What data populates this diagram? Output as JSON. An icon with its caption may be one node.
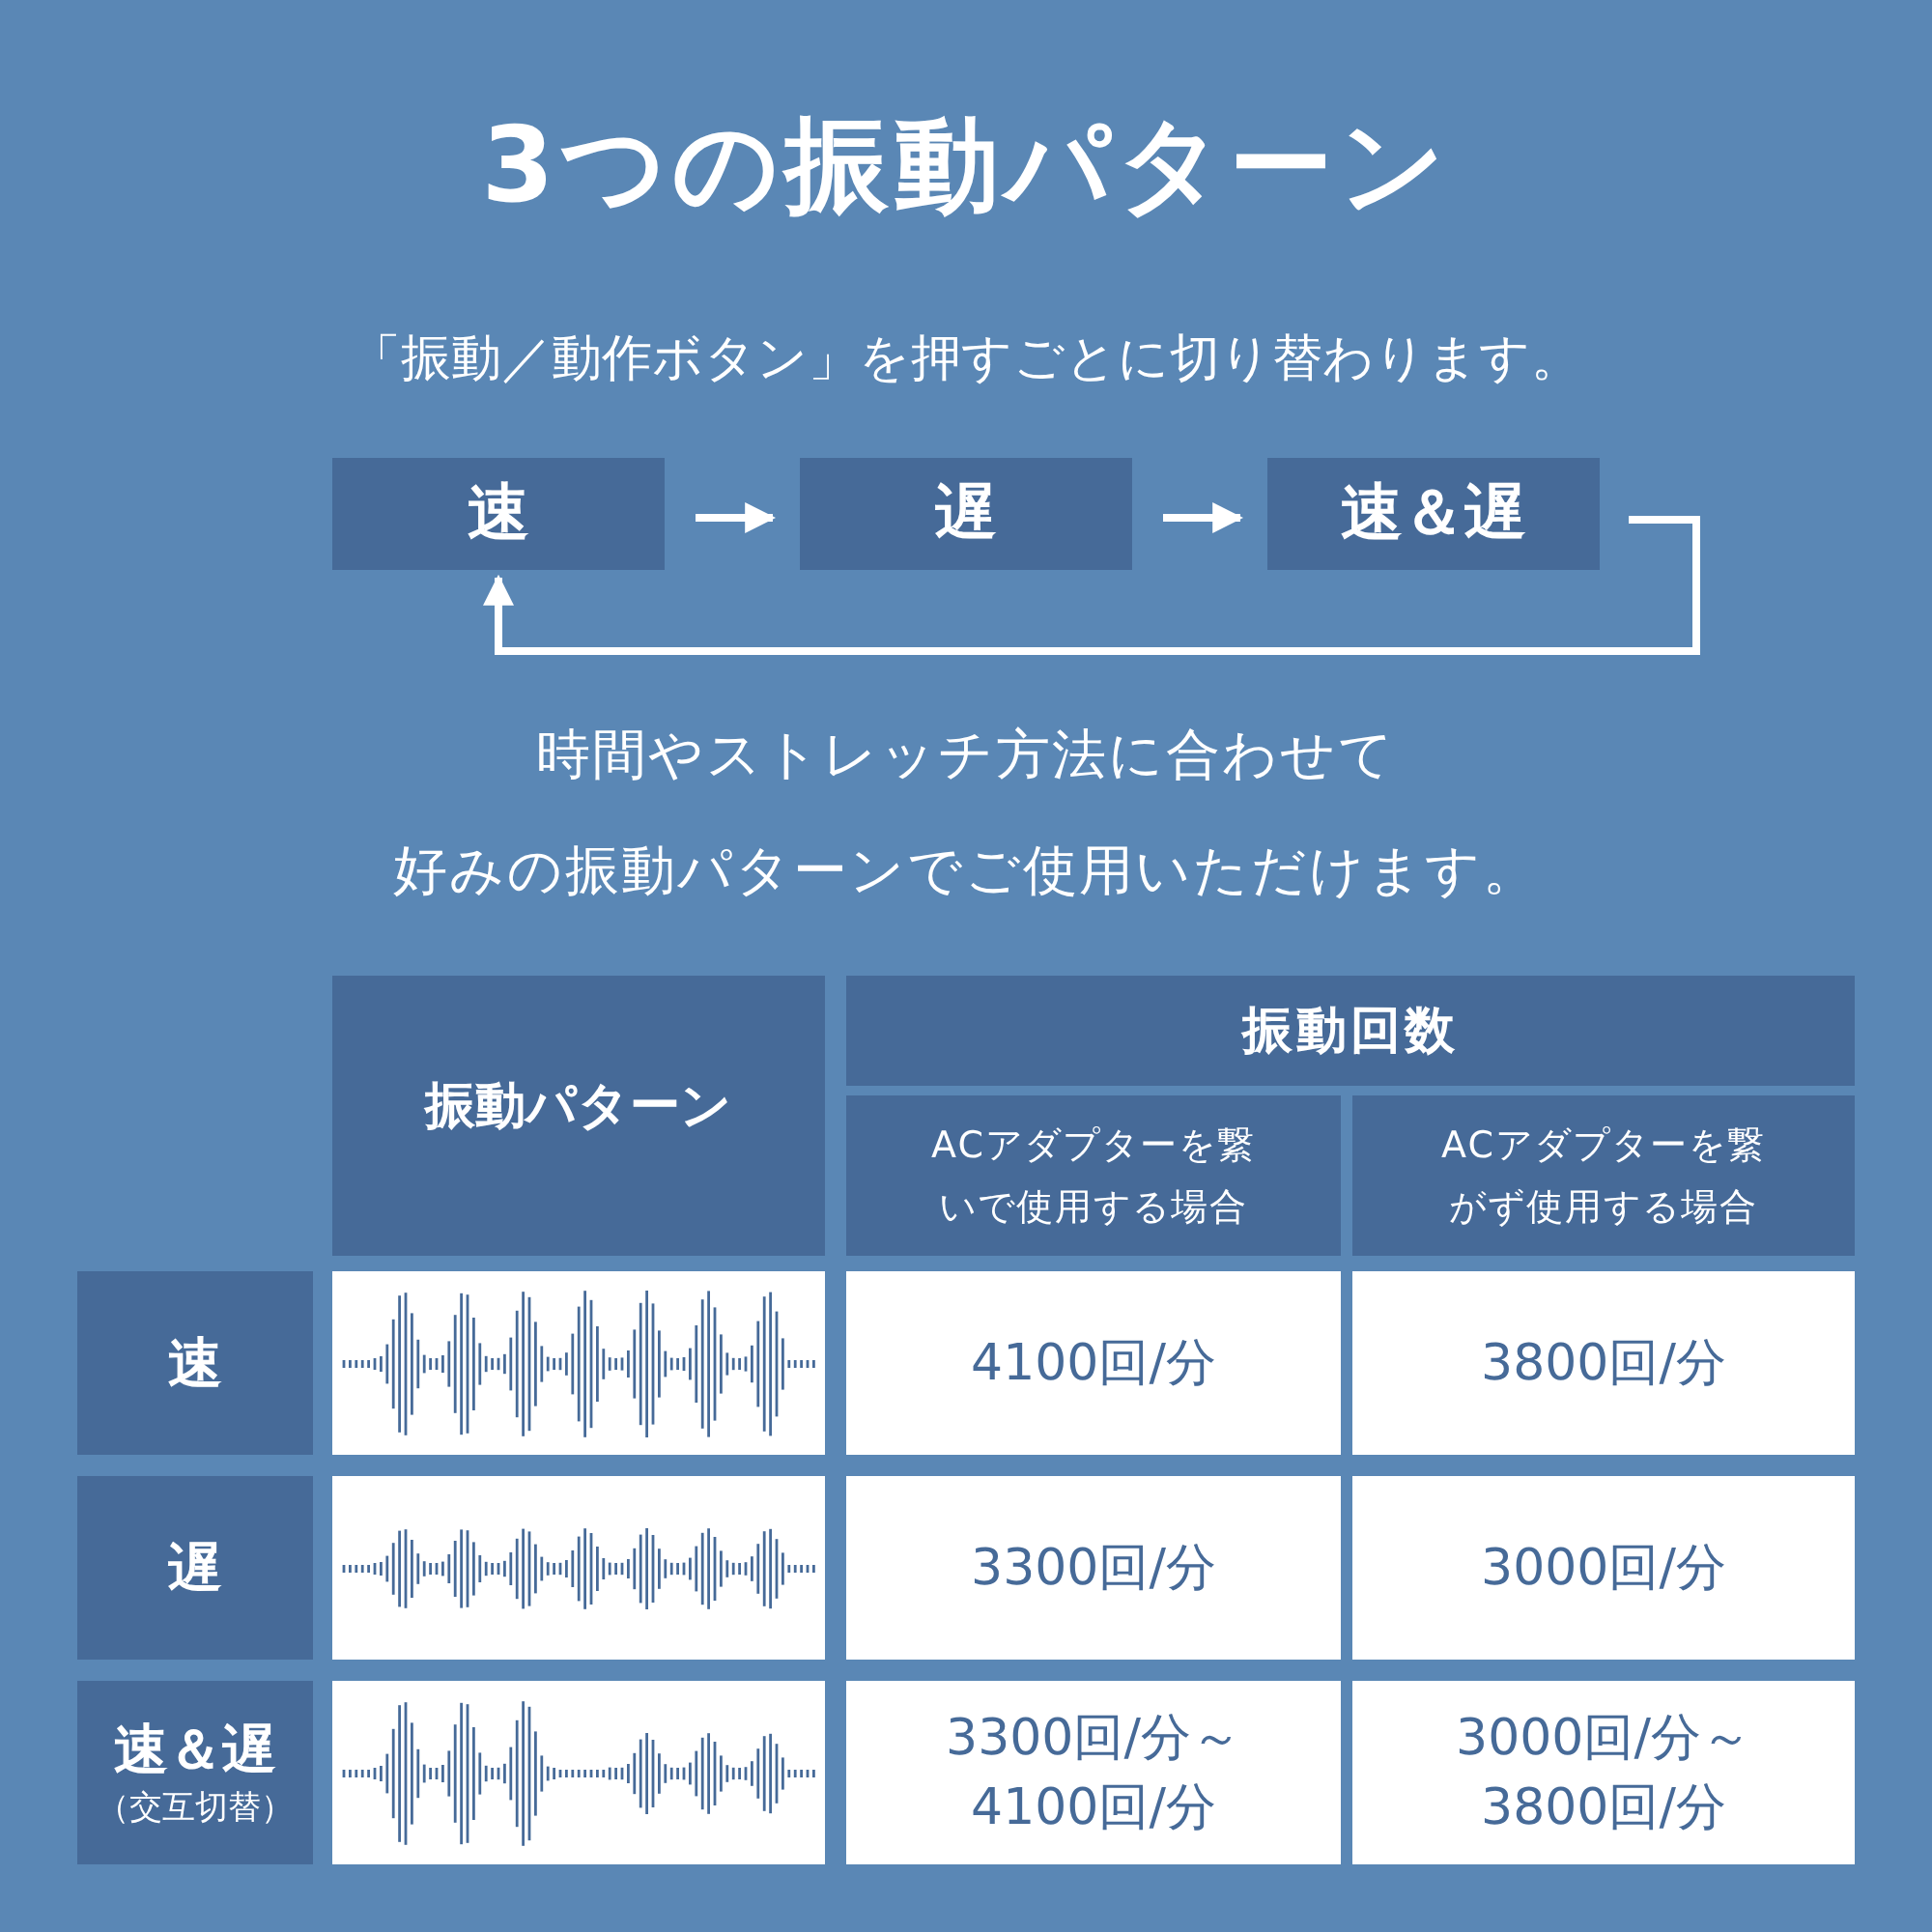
{
  "diagram": {
    "title": "3つの振動パターン",
    "nodes": [
      {
        "text": [
          "速"
        ]
      },
      {
        "text": [
          "遅"
        ]
      },
      {
        "text": [
          "速＆遅"
        ]
      }
    ],
    "edges": [
      {
        "from": 0,
        "to": 1,
        "arrow": "to"
      },
      {
        "from": 1,
        "to": 2,
        "arrow": "to"
      },
      {
        "from": 2,
        "to": 0,
        "arrow": "to"
      }
    ],
    "labels": [
      "「振動／動作ボタン」を押すごとに切り替わります。",
      "時間やストレッチ方法に合わせて",
      "好みの振動パターンでご使用いただけます。",
      "振動パターン",
      "振動回数",
      "ACアダプターを繋いで使用する場合",
      "ACアダプターを繋がず使用する場合",
      "速",
      "4100回/分",
      "3800回/分",
      "遅",
      "3300回/分",
      "3000回/分",
      "速＆遅",
      "（交互切替）",
      "3300回/分～4100回/分",
      "3000回/分～3800回/分"
    ]
  }
}
